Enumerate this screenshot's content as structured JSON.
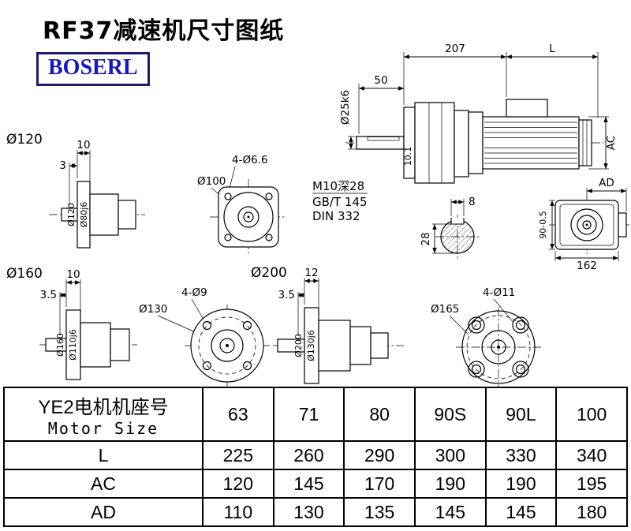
{
  "page": {
    "title": "RF37减速机尺寸图纸",
    "brand": "BOSERL"
  },
  "main_view": {
    "dim_207": "207",
    "dim_L": "L",
    "dim_50": "50",
    "shaft_dia": "Ø25k6",
    "dim_AC": "AC",
    "dim_10_1": "10.1",
    "tap_note": "M10深28",
    "std_gb": "GB/T 145",
    "std_din": "DIN 332"
  },
  "key_section": {
    "key_width": "8",
    "key_height": "28"
  },
  "ad_view": {
    "dim_AD": "AD",
    "dim_90": "90-0.5",
    "dim_162": "162"
  },
  "flange120": {
    "title": "Ø120",
    "dim_10": "10",
    "dim_3": "3",
    "outer_dia": "Ø120",
    "spigot_dia": "Ø80j6"
  },
  "face100": {
    "dia": "Ø100",
    "holes": "4-Ø6.6"
  },
  "flange160": {
    "title": "Ø160",
    "dim_10": "10",
    "dim_3_5": "3.5",
    "outer_dia": "Ø160",
    "spigot_dia": "Ø110j6"
  },
  "face130": {
    "dia": "Ø130",
    "holes": "4-Ø9"
  },
  "flange200": {
    "title": "Ø200",
    "dim_12": "12",
    "dim_3_5": "3.5",
    "outer_dia": "Ø200",
    "spigot_dia": "Ø130j6"
  },
  "face165": {
    "dia": "Ø165",
    "holes": "4-Ø11"
  },
  "table": {
    "header": {
      "cn": "YE2电机机座号",
      "en": "Motor Size"
    },
    "columns": [
      "63",
      "71",
      "80",
      "90S",
      "90L",
      "100"
    ],
    "rows": [
      {
        "label": "L",
        "values": [
          "225",
          "260",
          "290",
          "300",
          "330",
          "340"
        ]
      },
      {
        "label": "AC",
        "values": [
          "120",
          "145",
          "170",
          "190",
          "190",
          "195"
        ]
      },
      {
        "label": "AD",
        "values": [
          "110",
          "130",
          "135",
          "145",
          "145",
          "180"
        ]
      }
    ]
  }
}
